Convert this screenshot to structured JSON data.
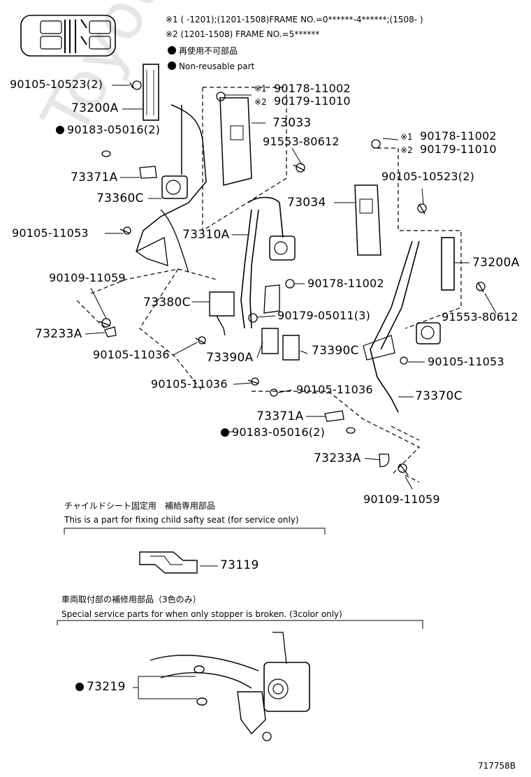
{
  "notes": {
    "note1": "※1 (      -1201);(1201-1508)FRAME NO.=0******-4******;(1508-      )",
    "note2": "※2 (1201-1508) FRAME NO.=5******",
    "legend_jp": "再使用不可部品",
    "legend_en": "Non-reusable part"
  },
  "watermark": "ToyotaCamry.ru",
  "parts": {
    "p1": "90105-10523(2)",
    "p2": "73200A",
    "p3": "90183-05016(2)",
    "p4": "73371A",
    "p5": "73360C",
    "p6": "90105-11053",
    "p7": "73310A",
    "p8": "90109-11059",
    "p9": "73380C",
    "p10": "73233A",
    "p11": "90105-11036",
    "p12": "73390A",
    "p13": "90105-11036",
    "p14": "73371A",
    "p15": "90183-05016(2)",
    "p16": "90178-11002",
    "p17": "90179-11010",
    "p18": "73033",
    "p19": "91553-80612",
    "p20": "90178-11002",
    "p21": "90179-11010",
    "p22": "73034",
    "p23": "90105-10523(2)",
    "p24": "73200A",
    "p25": "90178-11002",
    "p26": "90179-05011(3)",
    "p27": "91553-80612",
    "p28": "73390C",
    "p29": "90105-11053",
    "p30": "90105-11036",
    "p31": "73370C",
    "p32": "73233A",
    "p33": "90109-11059",
    "p34": "73119",
    "p35": "73219"
  },
  "marks": {
    "m1": "※1",
    "m2": "※2"
  },
  "section_child": {
    "title_jp": "チャイルドシート固定用　補給専用部品",
    "title_en": "This is a part for fixing child safty seat (for service only)"
  },
  "section_stopper": {
    "title_jp": "車両取付部の補修用部品（3色のみ）",
    "title_en": "Special service parts for when only stopper is broken. (3color only)"
  },
  "figure_id": "717758B"
}
